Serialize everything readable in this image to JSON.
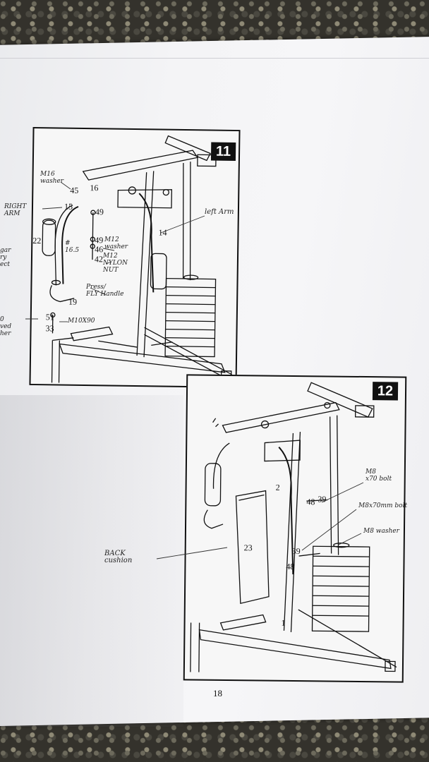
{
  "page_number": "18",
  "steps": {
    "step11": {
      "number": "11",
      "part_numbers": [
        "45",
        "16",
        "15",
        "49",
        "14",
        "22",
        "49",
        "46",
        "42",
        "19",
        "51",
        "33"
      ],
      "handwritten": {
        "m16_washer": "M16\nwasher",
        "right_arm": "RIGHT\nARM",
        "left_arm": "left Arm",
        "m12_washer": "M12\nwasher",
        "m12_nylon_nut": "M12\nNYLON\nNUT",
        "press_fly_handle": "Press/\nFLY Handle",
        "m10x90": "M10X90",
        "hash_note": "#\n16.5",
        "margin_a": "gar\nry\nect",
        "margin_b": "0\nved\nher"
      }
    },
    "step12": {
      "number": "12",
      "part_numbers": [
        "2",
        "48",
        "39",
        "23",
        "39",
        "48",
        "1"
      ],
      "handwritten": {
        "m8x70_bolt": "M8\nx70 bolt",
        "m8x70mm_bolt": "M8x70mm bolt",
        "m8_washer": "M8 washer",
        "back_cushion": "BACK\ncushion"
      }
    }
  }
}
